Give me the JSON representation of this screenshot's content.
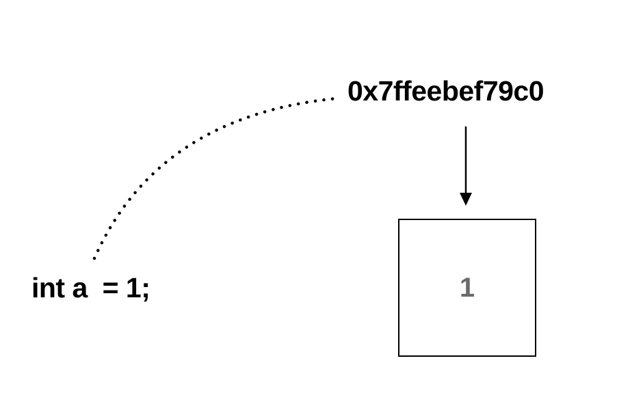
{
  "diagram": {
    "code_statement": "int a  = 1;",
    "memory_address": "0x7ffeebef79c0",
    "memory_value": "1"
  },
  "colors": {
    "text": "#000000",
    "value_text": "#6b6b6b",
    "background": "#ffffff",
    "stroke": "#000000"
  }
}
